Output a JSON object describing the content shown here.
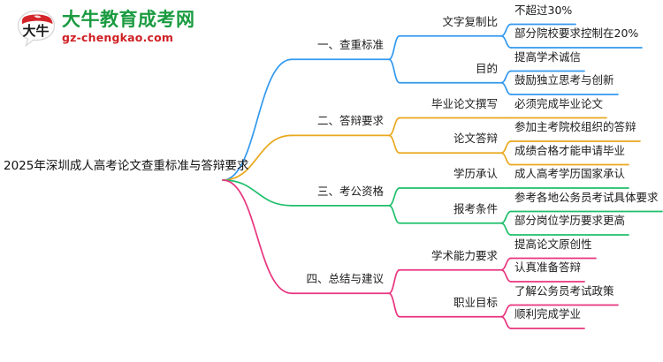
{
  "logo": {
    "mark_text": "大牛",
    "name_cn": "大牛教育成考网",
    "name_en": "gz-chengkao.com",
    "colors": {
      "name_cn": "#1a9b40",
      "name_en": "#cf1f23",
      "mark_red": "#d4262a"
    }
  },
  "mindmap": {
    "root": "2025年深圳成人高考论文查重标准与答辩要求",
    "branch_colors": [
      "#3399ee",
      "#eaa81e",
      "#1fbf6b",
      "#e8357f"
    ],
    "branches": [
      {
        "label": "一、查重标准",
        "color": "#3399ee",
        "children": [
          {
            "label": "文字复制比",
            "leaves": [
              "不超过30%",
              "部分院校要求控制在20%"
            ]
          },
          {
            "label": "目的",
            "leaves": [
              "提高学术诚信",
              "鼓励独立思考与创新"
            ]
          }
        ]
      },
      {
        "label": "二、答辩要求",
        "color": "#eaa81e",
        "children": [
          {
            "label": "毕业论文撰写",
            "leaves": [
              "必须完成毕业论文"
            ]
          },
          {
            "label": "论文答辩",
            "leaves": [
              "参加主考院校组织的答辩",
              "成绩合格才能申请毕业"
            ]
          }
        ]
      },
      {
        "label": "三、考公资格",
        "color": "#1fbf6b",
        "children": [
          {
            "label": "学历承认",
            "leaves": [
              "成人高考学历国家承认"
            ]
          },
          {
            "label": "报考条件",
            "leaves": [
              "参考各地公务员考试具体要求",
              "部分岗位学历要求更高"
            ]
          }
        ]
      },
      {
        "label": "四、总结与建议",
        "color": "#e8357f",
        "children": [
          {
            "label": "学术能力要求",
            "leaves": [
              "提高论文原创性",
              "认真准备答辩"
            ]
          },
          {
            "label": "职业目标",
            "leaves": [
              "了解公务员考试政策",
              "顺利完成学业"
            ]
          }
        ]
      }
    ]
  }
}
